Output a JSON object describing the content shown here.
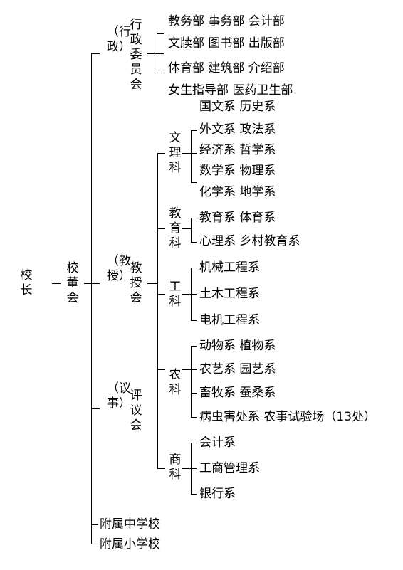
{
  "principal": "校长",
  "board": "校董会",
  "admin": {
    "label": "（行政）",
    "committee": "行政委员会",
    "depts": [
      "教务部 事务部 会计部",
      "文牍部 图书部 出版部",
      "体育部 建筑部 介绍部",
      "女生指导部 医药卫生部"
    ]
  },
  "teaching": {
    "label": "（教授）",
    "council": "教授会",
    "faculties": [
      {
        "name": "文理科",
        "depts": [
          "国文系 历史系",
          "外文系 政法系",
          "经济系 哲学系",
          "数学系 物理系",
          "化学系 地学系"
        ]
      },
      {
        "name": "教育科",
        "depts": [
          "教育系 体育系",
          "心理系 乡村教育系"
        ]
      },
      {
        "name": "工科",
        "depts": [
          "机械工程系",
          "土木工程系",
          "电机工程系"
        ]
      },
      {
        "name": "农科",
        "depts": [
          "动物系 植物系",
          "农艺系 园艺系",
          "畜牧系 蚕桑系",
          "病虫害处系 农事试验场（13处）"
        ]
      },
      {
        "name": "商科",
        "depts": [
          "会计系",
          "工商管理系",
          "银行系"
        ]
      }
    ]
  },
  "deliberation": {
    "label": "（议事）",
    "council": "评议会"
  },
  "schools": [
    "附属中学校",
    "附属小学校"
  ]
}
